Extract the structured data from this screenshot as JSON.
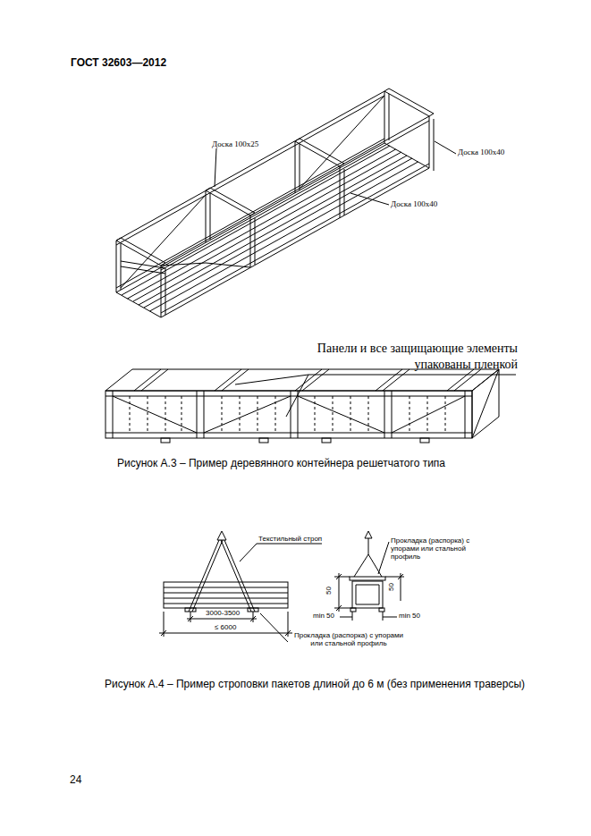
{
  "diagram": {
    "title": "ГОСТ 32603—2012",
    "labels": [
      "Доска 100х25",
      "Доска 100х40",
      "Доска 100х40",
      "Панели и все защищающие элементы упакованы пленкой",
      "Рисунок А.3 – Пример деревянного контейнера решетчатого типа",
      "Текстильный строп",
      "3000-3500",
      "≤ 6000",
      "Прокладка (распорка) с упорами или стальной профиль",
      "Прокладка (распорка) с упорами или стальной профиль",
      "50",
      "50",
      "min 50",
      "min 50",
      "Рисунок А.4 – Пример строповки пакетов длиной до 6 м (без применения траверсы)",
      "24"
    ]
  }
}
